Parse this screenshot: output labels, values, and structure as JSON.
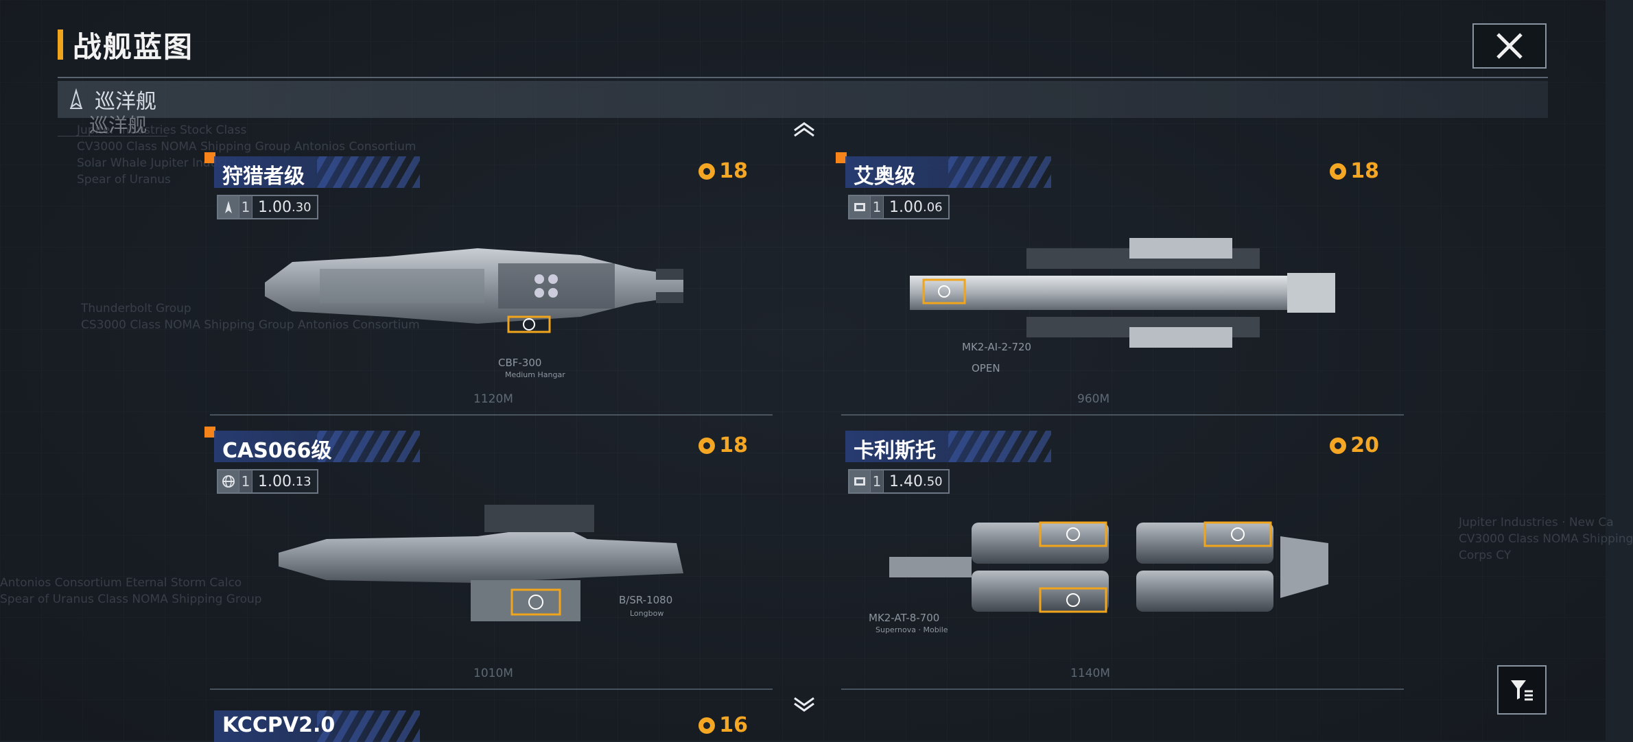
{
  "header": {
    "title": "战舰蓝图",
    "accent_color": "#f0a51d"
  },
  "category": {
    "label": "巡洋舰",
    "ghost_label": "巡洋舰",
    "icon": "cruiser-icon"
  },
  "background_text": {
    "block1": "Jupiter Industries Stock Class\nCV3000 Class NOMA Shipping Group Antonios Consortium\nSolar Whale Jupiter Industries\nSpear of Uranus",
    "block2": "Thunderbolt Group\nCS3000 Class NOMA Shipping Group Antonios Consortium",
    "block3": "Antonios Consortium Eternal Storm Calco\nSpear of Uranus Class NOMA Shipping Group",
    "block4": "Jupiter Industries · New Ca\nCV3000 Class NOMA Shipping\nCorps CY"
  },
  "cards": [
    {
      "name": "狩猎者级",
      "cost": "18",
      "tier": "1",
      "stat_main": "1.00",
      "stat_sub": ".30",
      "type_icon": "frigate-icon",
      "length": "1120M",
      "hardpoint": "CBF-300",
      "hardpoint_sub": "Medium Hangar",
      "marked": true
    },
    {
      "name": "艾奥级",
      "cost": "18",
      "tier": "1",
      "stat_main": "1.00",
      "stat_sub": ".06",
      "type_icon": "carrier-icon",
      "length": "960M",
      "hardpoint": "MK2-AI-2-720",
      "hardpoint_sub": "OPEN",
      "marked": true
    },
    {
      "name": "CAS066级",
      "cost": "18",
      "tier": "1",
      "stat_main": "1.00",
      "stat_sub": ".13",
      "type_icon": "globe-icon",
      "length": "1010M",
      "hardpoint": "B/SR-1080",
      "hardpoint_sub": "Longbow",
      "marked": true
    },
    {
      "name": "卡利斯托",
      "cost": "20",
      "tier": "1",
      "stat_main": "1.40",
      "stat_sub": ".50",
      "type_icon": "carrier-icon",
      "length": "1140M",
      "hardpoint": "MK2-AT-8-700",
      "hardpoint_sub": "Supernova · Mobile",
      "marked": false
    },
    {
      "name": "KCCPV2.0",
      "cost": "16",
      "marked": false
    }
  ],
  "controls": {
    "close_icon": "close-icon",
    "filter_icon": "filter-icon",
    "scroll_up_icon": "chevron-up-icon",
    "scroll_down_icon": "chevron-down-icon"
  }
}
